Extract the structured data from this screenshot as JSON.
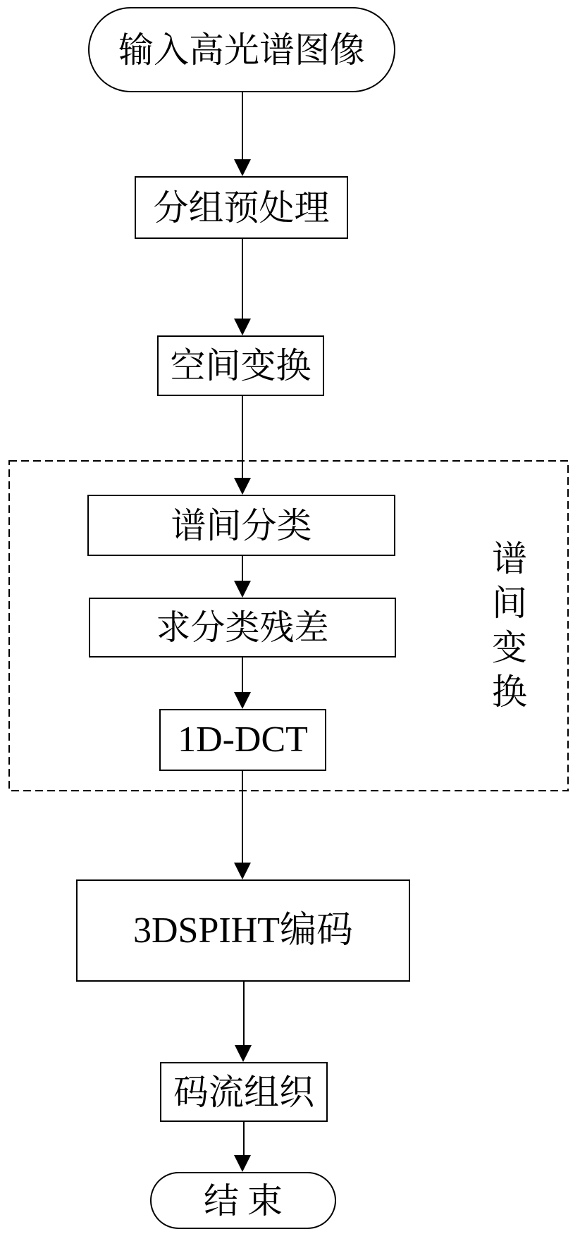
{
  "figure": {
    "type": "flowchart",
    "background_color": "#ffffff",
    "stroke_color": "#000000",
    "nodes": [
      {
        "id": "start",
        "shape": "terminator",
        "label": "输入高光谱图像"
      },
      {
        "id": "preprocess",
        "shape": "process",
        "label": "分组预处理"
      },
      {
        "id": "spatial",
        "shape": "process",
        "label": "空间变换"
      },
      {
        "id": "classify",
        "shape": "process",
        "label": "谱间分类"
      },
      {
        "id": "residual",
        "shape": "process",
        "label": "求分类残差"
      },
      {
        "id": "dct",
        "shape": "process",
        "label": "1D-DCT"
      },
      {
        "id": "spiht",
        "shape": "process",
        "label": "3DSPIHT编码"
      },
      {
        "id": "bitstream",
        "shape": "process",
        "label": "码流组织"
      },
      {
        "id": "end",
        "shape": "terminator",
        "label": "结束"
      }
    ],
    "group": {
      "label": "谱间变换",
      "style": "dashed",
      "orientation": "vertical",
      "contains": [
        "classify",
        "residual",
        "dct"
      ]
    },
    "edges": [
      {
        "from": "start",
        "to": "preprocess"
      },
      {
        "from": "preprocess",
        "to": "spatial"
      },
      {
        "from": "spatial",
        "to": "classify"
      },
      {
        "from": "classify",
        "to": "residual"
      },
      {
        "from": "residual",
        "to": "dct"
      },
      {
        "from": "dct",
        "to": "spiht"
      },
      {
        "from": "spiht",
        "to": "bitstream"
      },
      {
        "from": "bitstream",
        "to": "end"
      }
    ]
  }
}
